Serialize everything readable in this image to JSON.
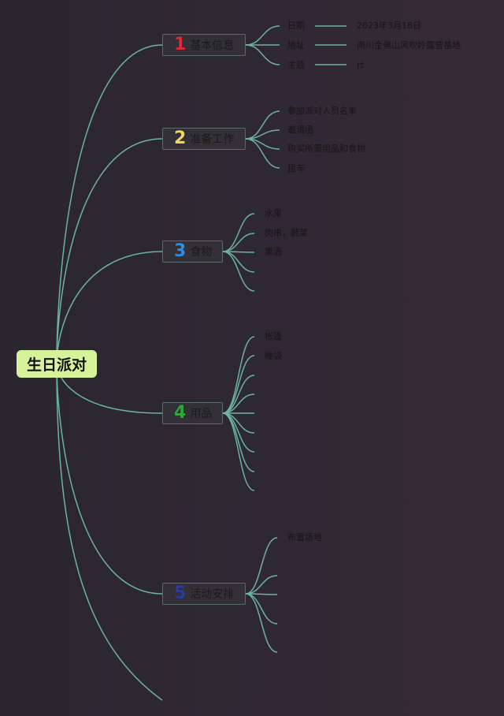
{
  "root": {
    "label": "生日派对"
  },
  "colors": {
    "line": "#6cb3a0",
    "root_fill": "#d6f29a"
  },
  "topics": [
    {
      "key": "basic",
      "number": "1",
      "number_color": "#e02a3c",
      "label": "基本信息",
      "items": [
        {
          "label": "日期",
          "value": "2023年3月18日"
        },
        {
          "label": "地址",
          "value": "南川金佛山风吹岭露营基地"
        },
        {
          "label": "主题",
          "value": "rt"
        }
      ]
    },
    {
      "key": "prep",
      "number": "2",
      "number_color": "#f2d65a",
      "label": "准备工作",
      "items": [
        "参加派对人员名单",
        "邀请函",
        "购买所需用品和食物",
        "租车"
      ]
    },
    {
      "key": "food",
      "number": "3",
      "number_color": "#2a8fe0",
      "label": "食物",
      "items": [
        "水果",
        "肉串，蔬菜",
        "果酒",
        "",
        ""
      ]
    },
    {
      "key": "supplies",
      "number": "4",
      "number_color": "#2fa83a",
      "label": "用品",
      "items": [
        "帐篷",
        "睡袋",
        "",
        "",
        "",
        "",
        "",
        "",
        ""
      ]
    },
    {
      "key": "activities",
      "number": "5",
      "number_color": "#2d3a9e",
      "label": "活动安排",
      "items": [
        "布置场地",
        "",
        "",
        "",
        ""
      ]
    }
  ]
}
